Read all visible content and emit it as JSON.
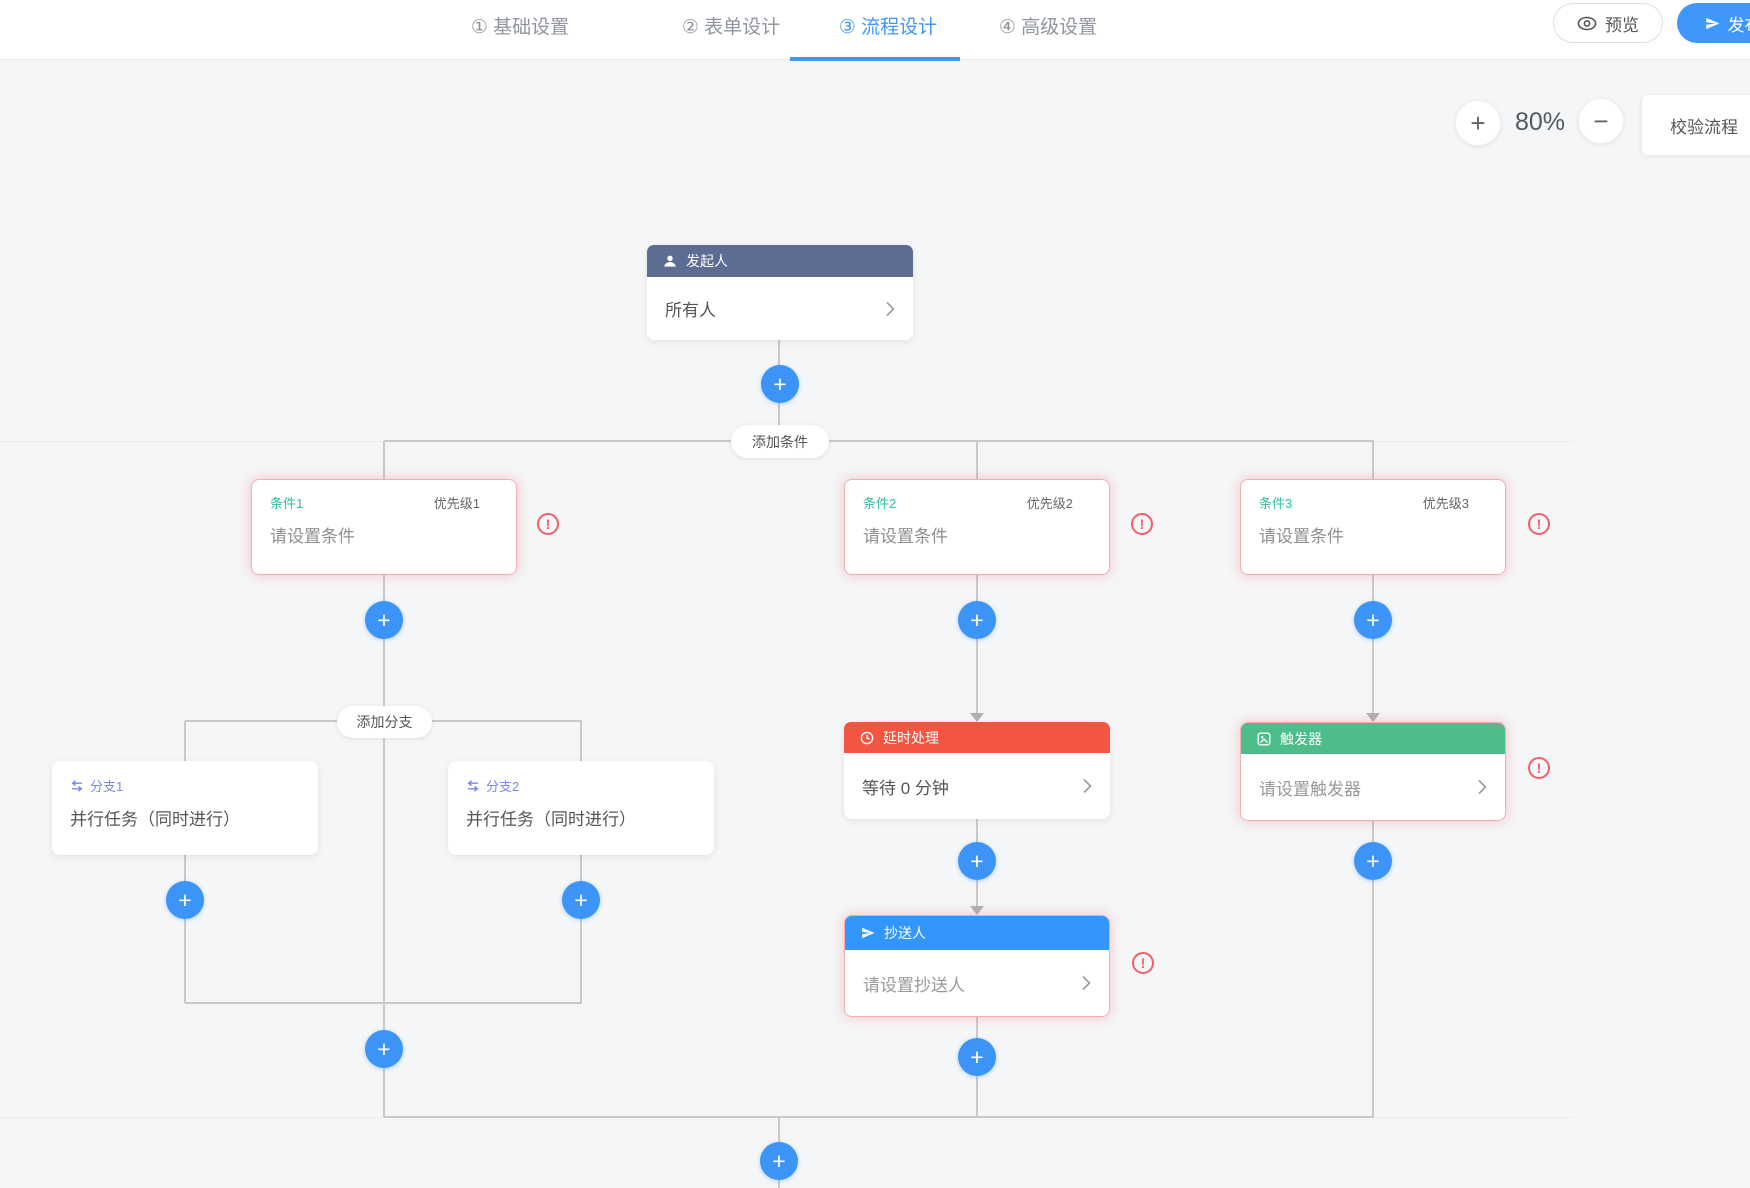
{
  "header": {
    "tabs": [
      {
        "label": "① 基础设置"
      },
      {
        "label": "② 表单设计"
      },
      {
        "label": "③ 流程设计"
      },
      {
        "label": "④ 高级设置"
      }
    ],
    "preview_label": "预览",
    "publish_label": "发布"
  },
  "toolbar": {
    "zoom_in_label": "+",
    "zoom_level": "80%",
    "zoom_out_label": "−",
    "validate_label": "校验流程"
  },
  "flow": {
    "plus_label": "+",
    "warning_glyph": "!",
    "add_condition_label": "添加条件",
    "add_branch_label": "添加分支",
    "initiator": {
      "title": "发起人",
      "content": "所有人"
    },
    "conditions": [
      {
        "label": "条件1",
        "priority": "优先级1",
        "content": "请设置条件"
      },
      {
        "label": "条件2",
        "priority": "优先级2",
        "content": "请设置条件"
      },
      {
        "label": "条件3",
        "priority": "优先级3",
        "content": "请设置条件"
      }
    ],
    "branches": [
      {
        "label": "分支1",
        "content": "并行任务（同时进行）"
      },
      {
        "label": "分支2",
        "content": "并行任务（同时进行）"
      }
    ],
    "delay": {
      "title": "延时处理",
      "content": "等待 0 分钟"
    },
    "cc": {
      "title": "抄送人",
      "content": "请设置抄送人"
    },
    "trigger": {
      "title": "触发器",
      "content": "请设置触发器"
    }
  },
  "colors": {
    "accent_blue": "#3e97f9",
    "initiator_header": "#5d6c92",
    "delay_header": "#f25643",
    "cc_header": "#3296fa",
    "trigger_header": "#4ebd8c",
    "condition_label": "#2bbfa2",
    "branch_label": "#7b86f2",
    "error_border": "#f4adb6",
    "warning": "#f25f6a",
    "connector": "#c9c9cb"
  }
}
